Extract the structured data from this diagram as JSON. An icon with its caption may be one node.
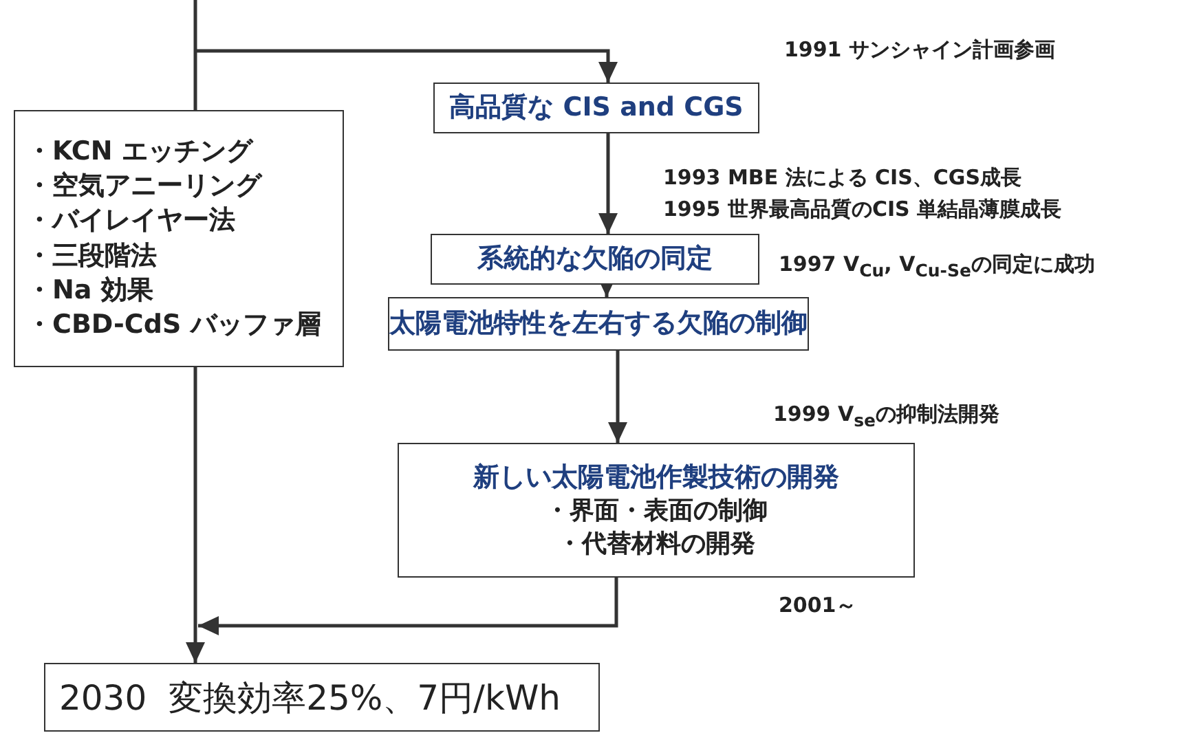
{
  "diagram": {
    "nodes": [
      {
        "text": [
          "・KCN エッチング",
          "・空気アニーリング",
          "・バイレイヤー法",
          "・三段階法",
          "・Na 効果",
          "・CBD-CdS バッファ層"
        ]
      },
      {
        "text": [
          "高品質な CIS and CGS"
        ]
      },
      {
        "text": [
          "系統的な欠陥の同定"
        ]
      },
      {
        "text": [
          "太陽電池特性を左右する欠陥の制御"
        ]
      },
      {
        "text": [
          "新しい太陽電池作製技術の開発",
          "・界面・表面の制御",
          "・代替材料の開発"
        ]
      },
      {
        "text": [
          "2030 変換効率25%、7円/kWh"
        ]
      }
    ],
    "edges": [
      {
        "from": null,
        "to": 0,
        "arrow": "none"
      },
      {
        "from": 0,
        "to": 5,
        "arrow": "to"
      },
      {
        "from": null,
        "to": 1,
        "arrow": "to"
      },
      {
        "from": 1,
        "to": 2,
        "arrow": "to"
      },
      {
        "from": 2,
        "to": 3,
        "arrow": "to"
      },
      {
        "from": 3,
        "to": 4,
        "arrow": "to"
      },
      {
        "from": 4,
        "to": 5,
        "arrow": "to"
      }
    ],
    "labels": [
      "1991 サンシャイン計画参画",
      "1993 MBE 法による CIS、CGS成長",
      "1995 世界最高品質のCIS 単結晶薄膜成長",
      "1997 V$_{Cu}$, V$_{Cu-Se}$の同定に成功",
      "1999 V$_{se}$の抑制法開発",
      "2001～"
    ]
  }
}
